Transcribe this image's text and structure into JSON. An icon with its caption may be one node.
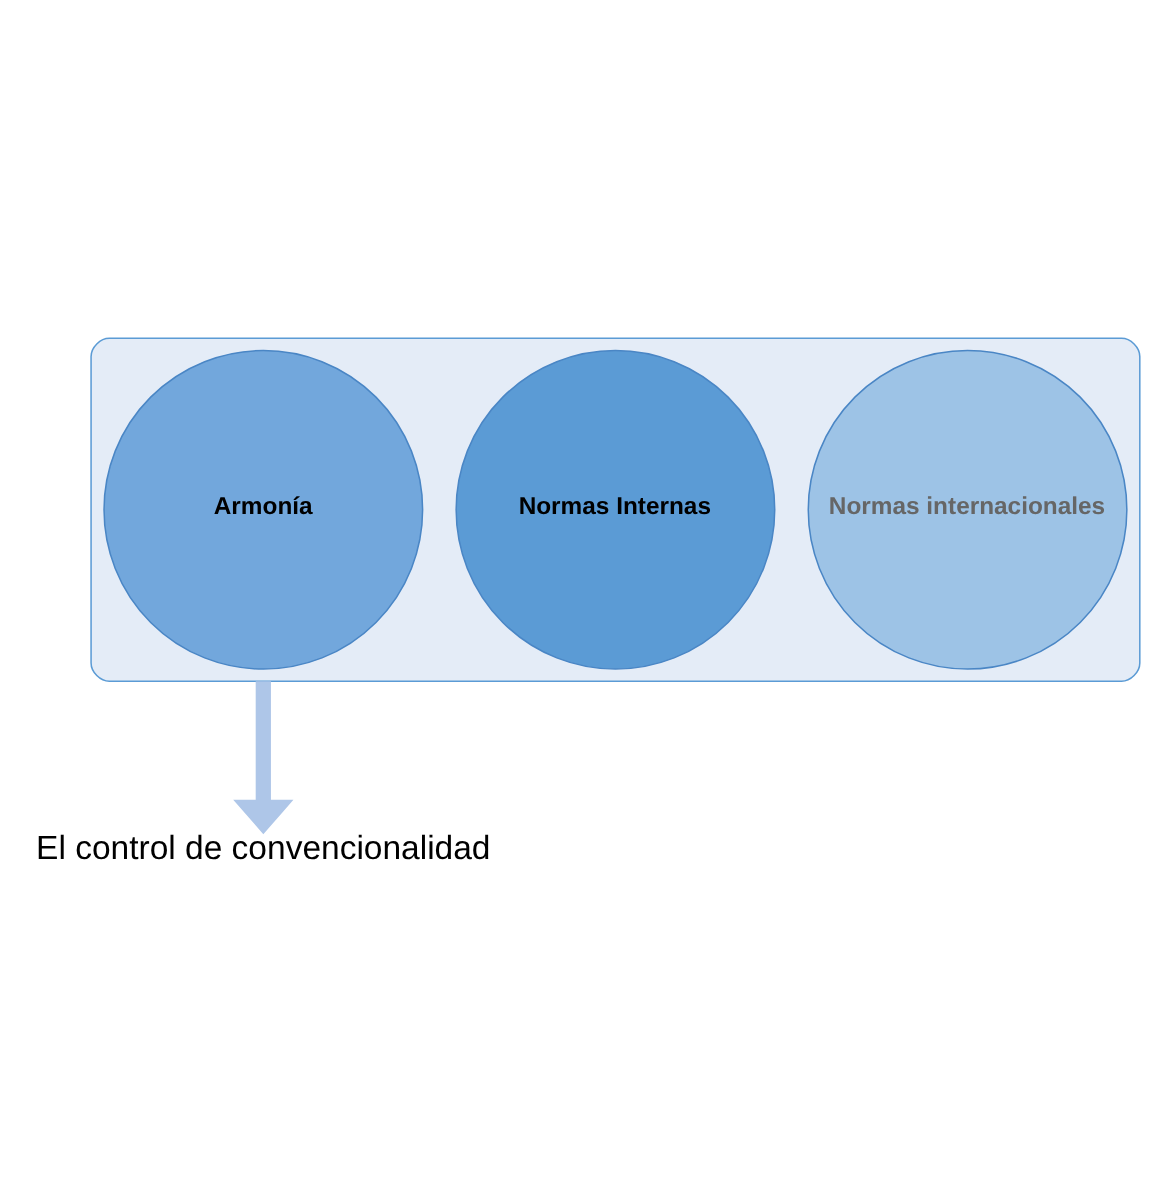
{
  "diagram": {
    "nodes": [
      {
        "text": [],
        "shape": "funnel"
      },
      {
        "text": [
          "Normas Internas"
        ],
        "in": 0
      },
      {
        "text": [
          "Armonía"
        ],
        "in": 0
      },
      {
        "text": [
          "Normas internacionales"
        ],
        "in": 0
      },
      {
        "text": [
          "El control de convencionalidad"
        ]
      }
    ],
    "edges": [
      {
        "from": 0,
        "to": 4,
        "arrow": "to"
      }
    ]
  }
}
